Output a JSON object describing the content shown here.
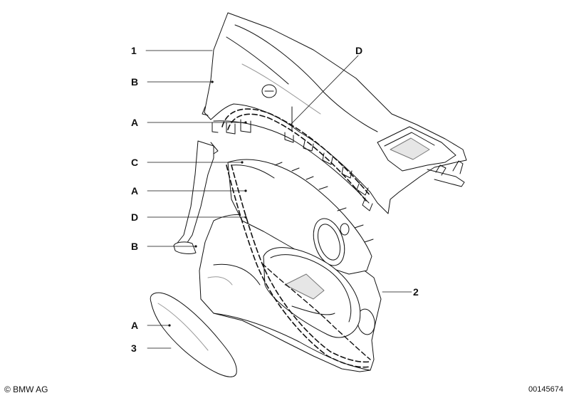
{
  "callouts": {
    "c1": "1",
    "cB1": "B",
    "cD1": "D",
    "cA1": "A",
    "cC": "C",
    "cA2": "A",
    "cD2": "D",
    "cB2": "B",
    "c2": "2",
    "cA3": "A",
    "c3": "3"
  },
  "footer": {
    "copyright": "© BMW AG",
    "image_number": "00145674"
  },
  "colors": {
    "line": "#111111",
    "part_fill": "#ffffff",
    "shade": "#e6e6e6"
  }
}
